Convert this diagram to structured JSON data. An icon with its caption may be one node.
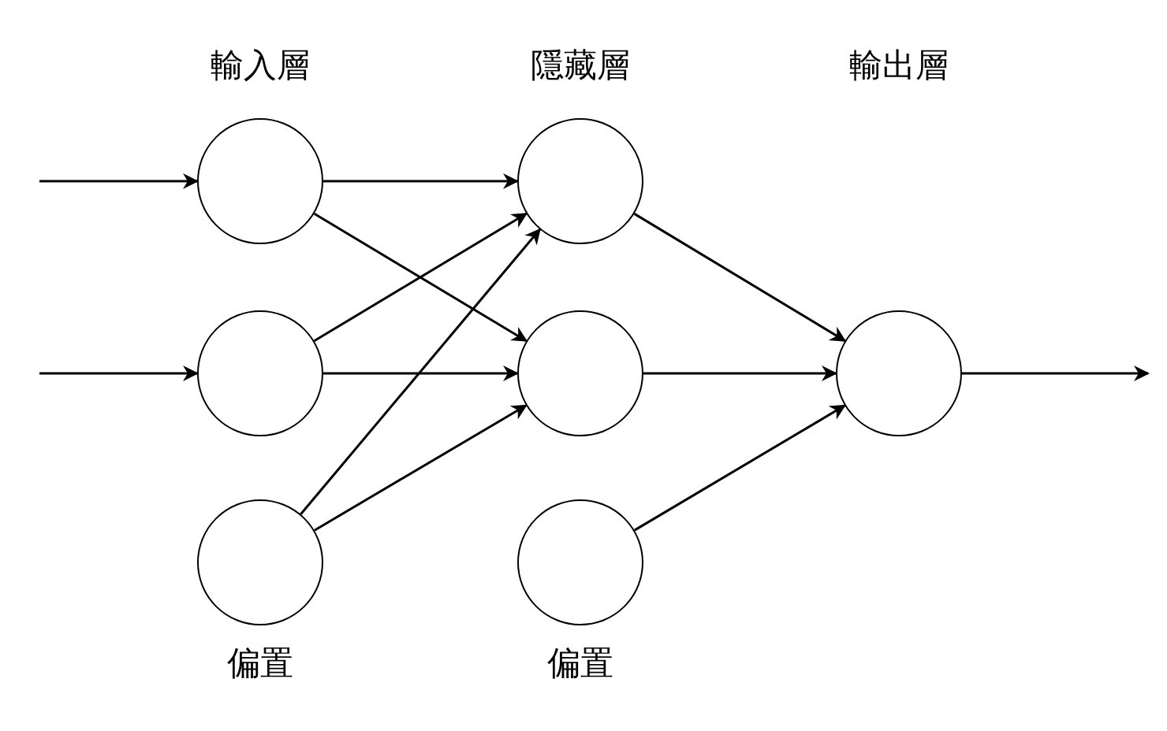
{
  "diagram": {
    "nodes": [
      {
        "text": [],
        "shape": "circle"
      },
      {
        "text": [],
        "shape": "circle"
      },
      {
        "text": [],
        "shape": "circle",
        "beside": [
          "偏置"
        ]
      },
      {
        "text": [],
        "shape": "circle"
      },
      {
        "text": [],
        "shape": "circle"
      },
      {
        "text": [],
        "shape": "circle",
        "beside": [
          "偏置"
        ]
      },
      {
        "text": [],
        "shape": "circle"
      }
    ],
    "edges": [
      {
        "from": null,
        "to": 0,
        "arrow": "to"
      },
      {
        "from": null,
        "to": 1,
        "arrow": "to"
      },
      {
        "from": 0,
        "to": 3,
        "arrow": "to"
      },
      {
        "from": 0,
        "to": 4,
        "arrow": "to"
      },
      {
        "from": 1,
        "to": 3,
        "arrow": "to"
      },
      {
        "from": 1,
        "to": 4,
        "arrow": "to"
      },
      {
        "from": 2,
        "to": 3,
        "arrow": "to"
      },
      {
        "from": 2,
        "to": 4,
        "arrow": "to"
      },
      {
        "from": 3,
        "to": 6,
        "arrow": "to"
      },
      {
        "from": 4,
        "to": 6,
        "arrow": "to"
      },
      {
        "from": 5,
        "to": 6,
        "arrow": "to"
      },
      {
        "from": 6,
        "to": null,
        "arrow": "to"
      }
    ],
    "labels": [
      "輸入層",
      "隱藏層",
      "輸出層"
    ]
  }
}
